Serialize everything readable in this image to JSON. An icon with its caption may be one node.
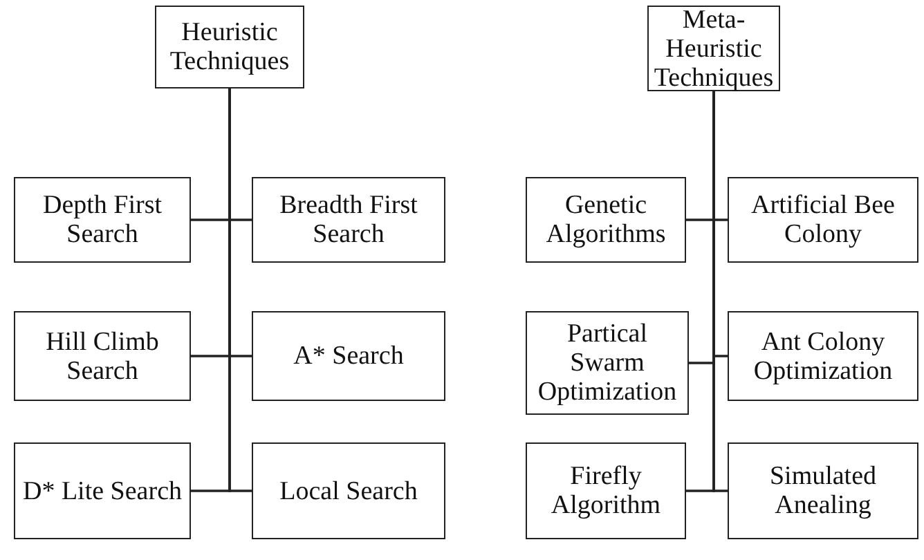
{
  "diagram": {
    "nodes": [
      {
        "text": [
          "Heuristic Techniques"
        ]
      },
      {
        "text": [
          "Depth First Search"
        ]
      },
      {
        "text": [
          "Breadth First Search"
        ]
      },
      {
        "text": [
          "Hill Climb Search"
        ]
      },
      {
        "text": [
          "A* Search"
        ]
      },
      {
        "text": [
          "D* Lite Search"
        ]
      },
      {
        "text": [
          "Local Search"
        ]
      },
      {
        "text": [
          "Meta-Heuristic Techniques"
        ]
      },
      {
        "text": [
          "Genetic Algorithms"
        ]
      },
      {
        "text": [
          "Artificial Bee Colony"
        ]
      },
      {
        "text": [
          "Partical Swarm Optimization"
        ]
      },
      {
        "text": [
          "Ant Colony Optimization"
        ]
      },
      {
        "text": [
          "Firefly Algorithm"
        ]
      },
      {
        "text": [
          "Simulated Anealing"
        ]
      }
    ],
    "edges": [
      {
        "from": 0,
        "to": 1,
        "arrow": "none"
      },
      {
        "from": 0,
        "to": 2,
        "arrow": "none"
      },
      {
        "from": 0,
        "to": 3,
        "arrow": "none"
      },
      {
        "from": 0,
        "to": 4,
        "arrow": "none"
      },
      {
        "from": 0,
        "to": 5,
        "arrow": "none"
      },
      {
        "from": 0,
        "to": 6,
        "arrow": "none"
      },
      {
        "from": 7,
        "to": 8,
        "arrow": "none"
      },
      {
        "from": 7,
        "to": 9,
        "arrow": "none"
      },
      {
        "from": 7,
        "to": 10,
        "arrow": "none"
      },
      {
        "from": 7,
        "to": 11,
        "arrow": "none"
      },
      {
        "from": 7,
        "to": 12,
        "arrow": "none"
      },
      {
        "from": 7,
        "to": 13,
        "arrow": "none"
      }
    ]
  }
}
